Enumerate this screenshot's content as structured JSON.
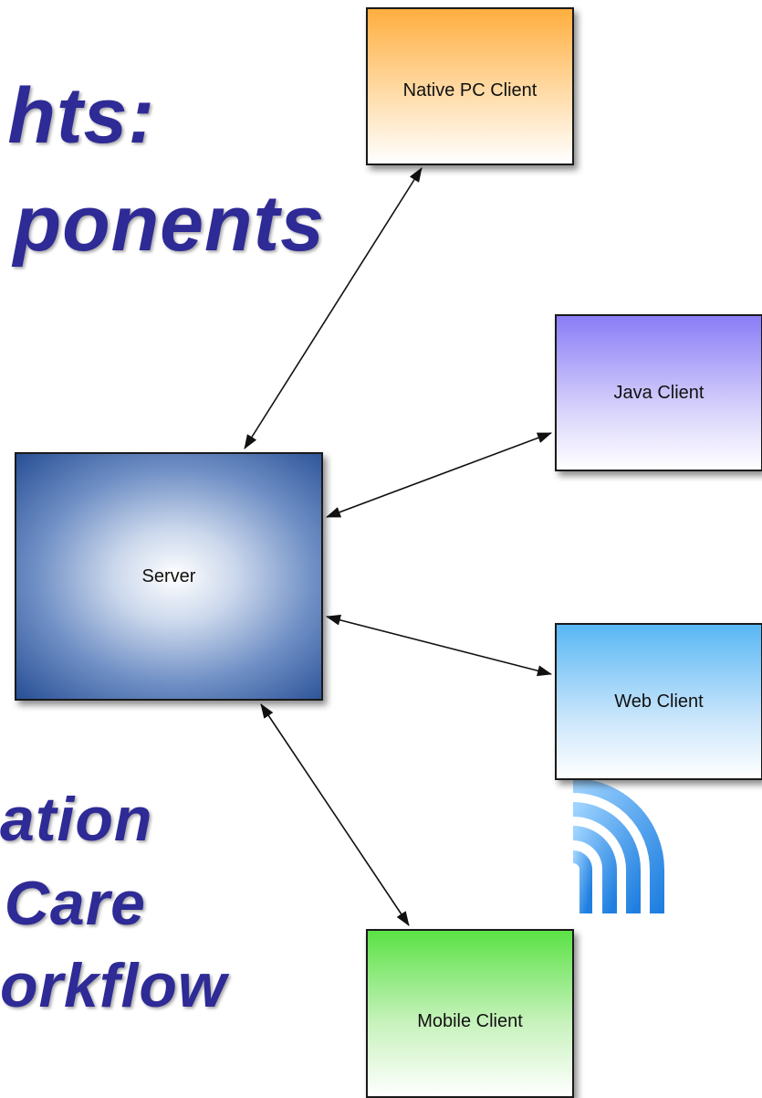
{
  "headings": {
    "line1": "hts:",
    "line2": "ponents",
    "line3": "ation",
    "line4": "Care",
    "line5": "orkflow"
  },
  "nodes": {
    "server": "Server",
    "native_pc_client": "Native PC Client",
    "java_client": "Java Client",
    "web_client": "Web Client",
    "mobile_client": "Mobile Client"
  },
  "icons": {
    "wireless": "wireless-signal-icon"
  },
  "colors": {
    "heading_text": "#2e2a96",
    "server": "#284f95",
    "native_pc_client": "#ffae3f",
    "java_client": "#8a7df7",
    "web_client": "#58b7f4",
    "mobile_client": "#5be246",
    "wireless": "#2d8fe8"
  }
}
